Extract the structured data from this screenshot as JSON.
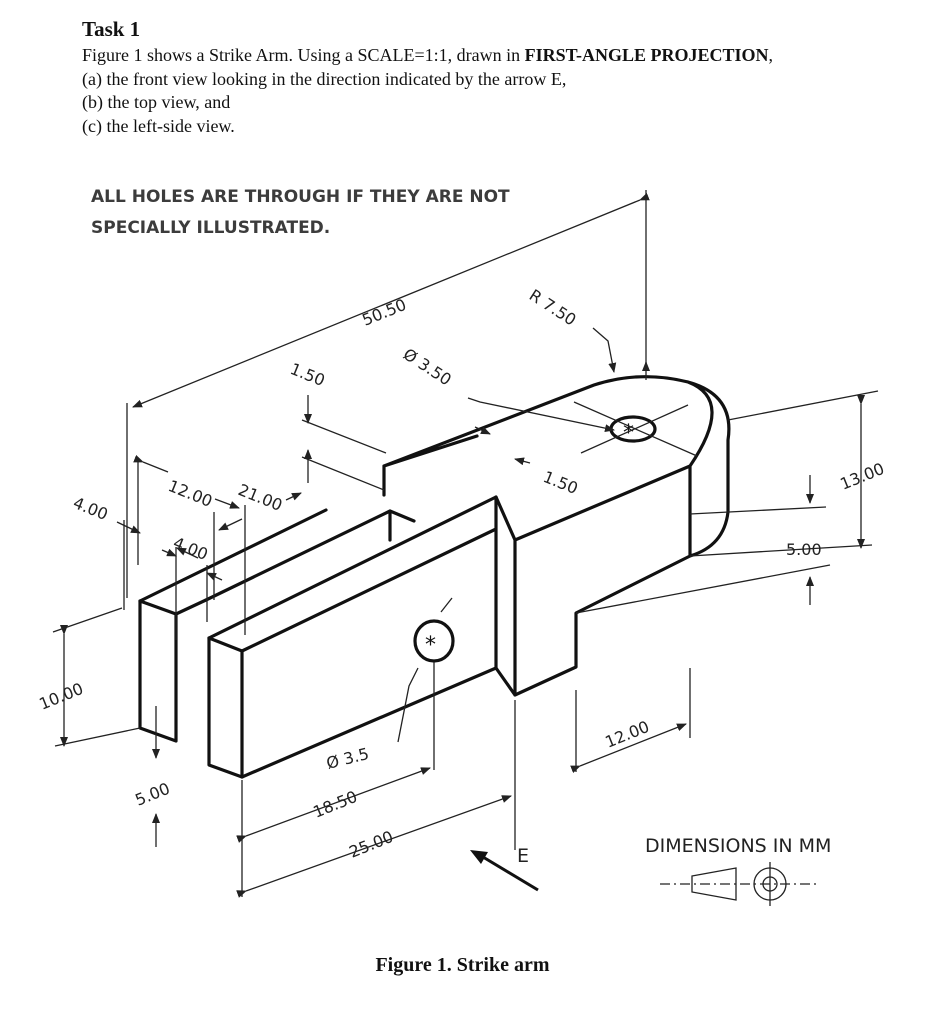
{
  "task": {
    "heading": "Task 1",
    "line1_pre": "Figure 1 shows a Strike Arm. Using a SCALE=1:1, drawn in ",
    "line1_bold": "FIRST-ANGLE PROJECTION",
    "line1_post": ",",
    "item_a": "(a) the front view looking in the direction indicated by the arrow E,",
    "item_b": "(b) the top view, and",
    "item_c": "(c) the left-side view."
  },
  "drawing": {
    "note_line1": "ALL HOLES ARE THROUGH IF THEY ARE NOT",
    "note_line2": "SPECIALLY ILLUSTRATED.",
    "dims": {
      "d50_50": "50.50",
      "r7_50": "R 7.50",
      "dia3_50": "Ø 3.50",
      "d1_50_a": "1.50",
      "d1_50_b": "1.50",
      "d12_00_top": "12.00",
      "d21_00": "21.00",
      "d4_00_left": "4.00",
      "d4_00_inner": "4.00",
      "d13_00": "13.00",
      "d5_00_right": "5.00",
      "d10_00": "10.00",
      "d5_00_left": "5.00",
      "dia3_5": "Ø 3.5",
      "d18_50": "18.50",
      "d25_00": "25.00",
      "d12_00_bottom": "12.00"
    },
    "view_arrow_label": "E",
    "units_note": "DIMENSIONS IN MM",
    "caption": "Figure 1. Strike arm"
  }
}
